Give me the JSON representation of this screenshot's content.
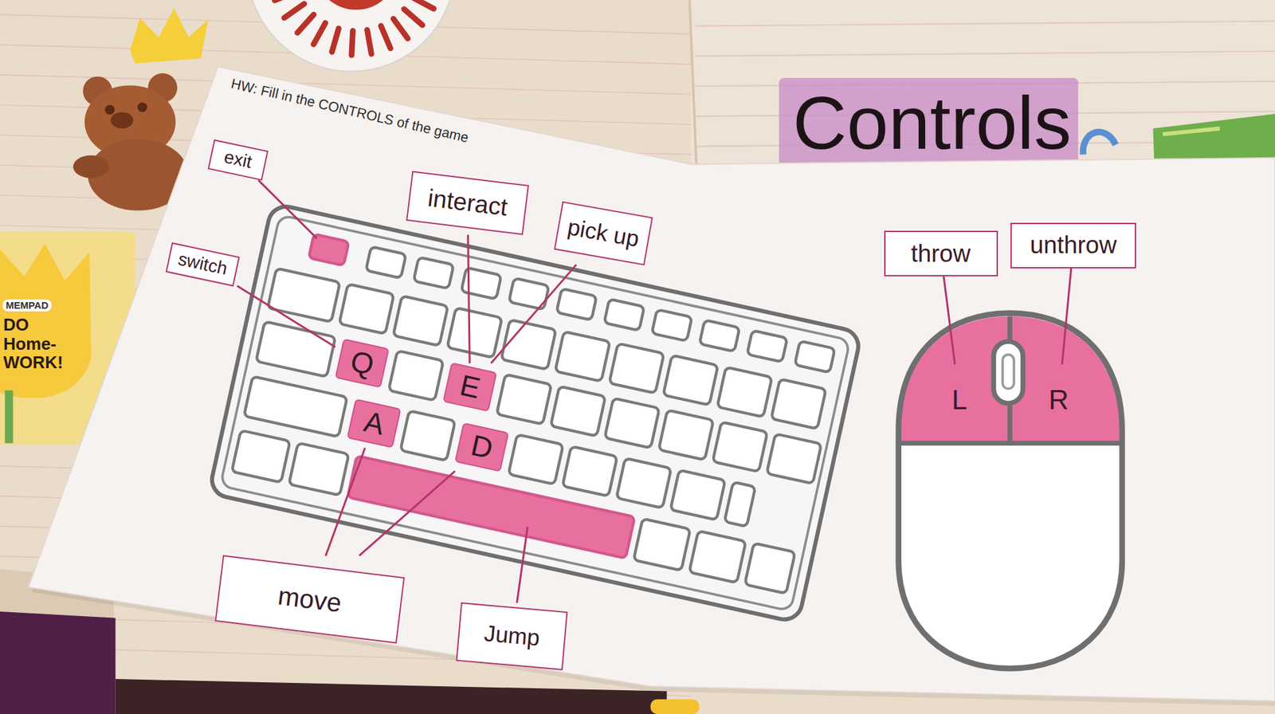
{
  "diagram": {
    "title": "Controls",
    "nodes": [
      {
        "text": [
          "exit"
        ]
      },
      {
        "text": [
          "interact"
        ]
      },
      {
        "text": [
          "pick up"
        ]
      },
      {
        "text": [
          "throw"
        ]
      },
      {
        "text": [
          "unthrow"
        ]
      },
      {
        "text": [
          "switch"
        ]
      },
      {
        "text": [
          "Q"
        ]
      },
      {
        "text": [
          "E"
        ]
      },
      {
        "text": [
          "L"
        ]
      },
      {
        "text": [
          "R"
        ]
      },
      {
        "text": [
          "A"
        ]
      },
      {
        "text": [
          "D"
        ]
      },
      {
        "text": [
          "move"
        ]
      },
      {
        "text": [
          "Jump"
        ]
      }
    ],
    "edges": [
      {
        "from": 5,
        "to": 6,
        "arrow": "none"
      },
      {
        "from": 1,
        "to": 7,
        "arrow": "none"
      },
      {
        "from": 2,
        "to": 7,
        "arrow": "none"
      },
      {
        "from": 3,
        "to": 8,
        "arrow": "none"
      },
      {
        "from": 4,
        "to": 9,
        "arrow": "none"
      },
      {
        "from": 12,
        "to": 10,
        "arrow": "none"
      },
      {
        "from": 12,
        "to": 11,
        "arrow": "none"
      }
    ],
    "labels": [
      "HW: Fill in the CONTROLS of the game",
      "MEMPAD",
      "DO Home- WORK!"
    ]
  }
}
